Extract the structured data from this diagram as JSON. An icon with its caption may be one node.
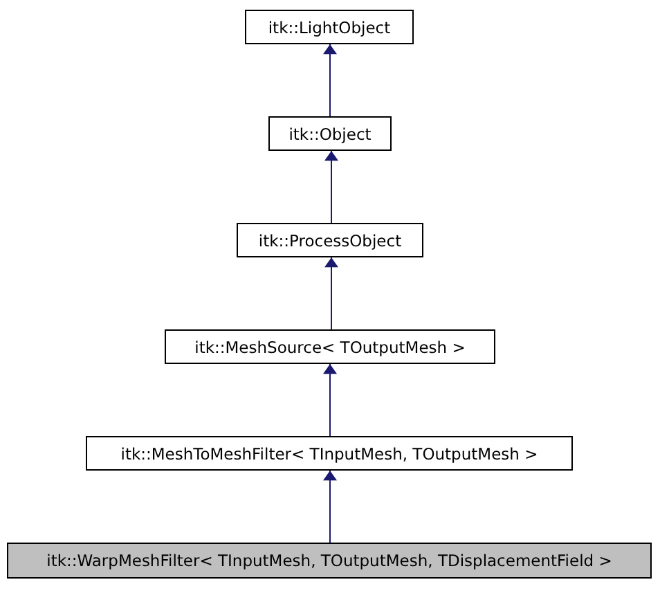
{
  "diagram": {
    "nodes": [
      {
        "text": [
          "itk::LightObject"
        ]
      },
      {
        "text": [
          "itk::Object"
        ]
      },
      {
        "text": [
          "itk::ProcessObject"
        ]
      },
      {
        "text": [
          "itk::MeshSource< TOutputMesh >"
        ]
      },
      {
        "text": [
          "itk::MeshToMeshFilter< TInputMesh, TOutputMesh >"
        ]
      },
      {
        "text": [
          "itk::WarpMeshFilter< TInputMesh, TOutputMesh, TDisplacementField >"
        ]
      }
    ],
    "edges": [
      {
        "from": 1,
        "to": 0,
        "arrow": "to"
      },
      {
        "from": 2,
        "to": 1,
        "arrow": "to"
      },
      {
        "from": 3,
        "to": 2,
        "arrow": "to"
      },
      {
        "from": 4,
        "to": 3,
        "arrow": "to"
      },
      {
        "from": 5,
        "to": 4,
        "arrow": "to"
      }
    ]
  }
}
